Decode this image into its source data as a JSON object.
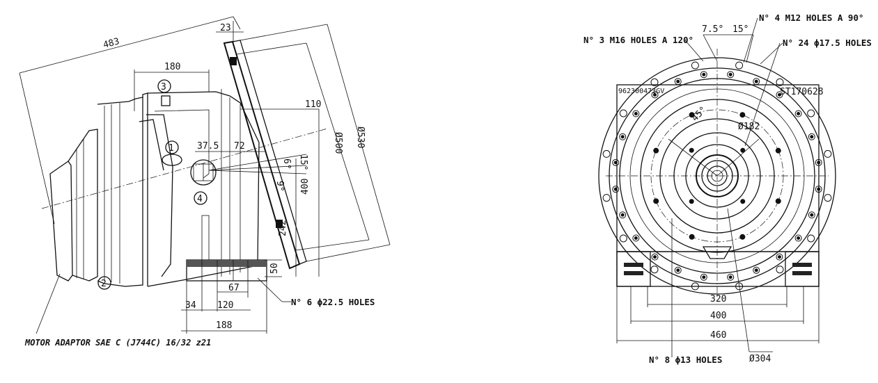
{
  "side_view": {
    "dims": {
      "overall_483": "483",
      "d_180": "180",
      "d_23": "23",
      "d_110": "110",
      "d_37_5": "37.5",
      "d_72": "72",
      "ang_6": "6°",
      "ang_15": "15°",
      "ang_9": "9°",
      "dia_500": "Ø500",
      "dia_530": "Ø530",
      "d_400": "400",
      "d_242": "242",
      "d_50": "50",
      "d_67": "67",
      "d_34": "34",
      "d_120": "120",
      "d_188": "188"
    },
    "callouts": {
      "c1": "1",
      "c2": "2",
      "c3": "3",
      "c4": "4"
    },
    "notes": {
      "holes": "N° 6 ϕ22.5 HOLES",
      "motor_adaptor": "MOTOR ADAPTOR SAE C (J744C) 16/32 z21"
    }
  },
  "front_view": {
    "dims": {
      "ang_7_5": "7.5°",
      "ang_15": "15°",
      "ang_45": "45°",
      "dia_182": "Ø182",
      "d_320": "320",
      "d_400": "400",
      "d_460": "460",
      "dia_304": "Ø304"
    },
    "labels": {
      "part_left": "962300473GV",
      "part_right": "ST170628"
    },
    "notes": {
      "m12": "N° 4 M12 HOLES A 90°",
      "m16": "N° 3 M16 HOLES A 120°",
      "holes24": "N° 24 ϕ17.5 HOLES",
      "holes8": "N° 8 ϕ13 HOLES"
    }
  }
}
